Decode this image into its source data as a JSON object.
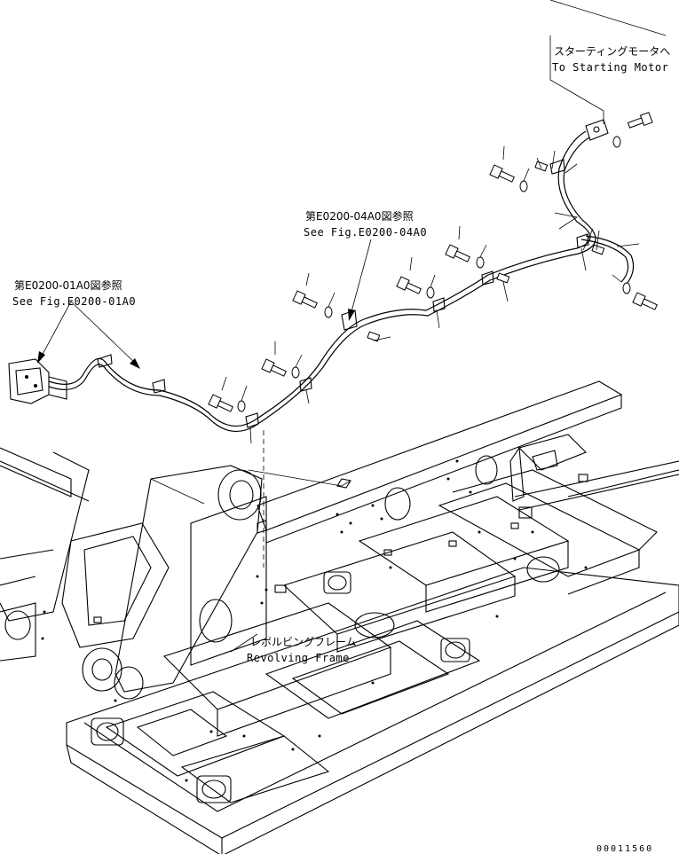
{
  "labels": {
    "starting_motor_jp": "スターティングモータへ",
    "starting_motor_en": "To Starting Motor",
    "ref_04a0_jp": "第E0200-04A0図参照",
    "ref_04a0_en": "See Fig.E0200-04A0",
    "ref_01a0_jp": "第E0200-01A0図参照",
    "ref_01a0_en": "See Fig.E0200-01A0",
    "frame_jp": "レボルビングフレーム",
    "frame_en": "Revolving Frame",
    "drawing_number": "00011560"
  },
  "icons": {
    "bolt": "hex-bolt-icon",
    "washer": "washer-icon",
    "clamp": "clamp-icon",
    "connector": "connector-icon"
  }
}
